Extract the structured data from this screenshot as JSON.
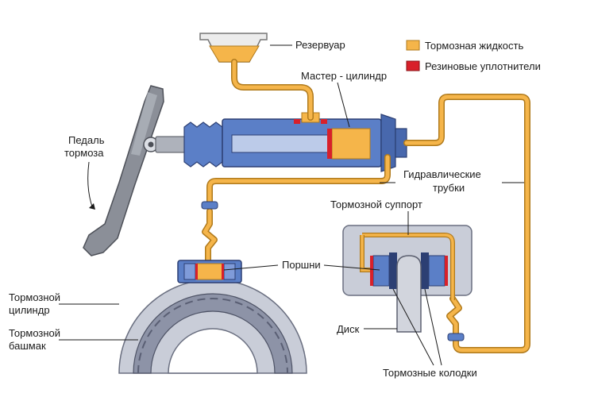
{
  "legend": {
    "items": [
      {
        "label": "Тормозная жидкость",
        "color": "#f5b54a"
      },
      {
        "label": "Резиновые уплотнители",
        "color": "#d8202a"
      }
    ]
  },
  "labels": {
    "reservoir": "Резервуар",
    "master_cylinder": "Мастер - цилиндр",
    "pedal_line1": "Педаль",
    "pedal_line2": "тормоза",
    "hydraulic_line1": "Гидравлические",
    "hydraulic_line2": "трубки",
    "caliper": "Тормозной суппорт",
    "pistons": "Поршни",
    "wheel_cylinder_line1": "Тормозной",
    "wheel_cylinder_line2": "цилиндр",
    "shoe_line1": "Тормозной",
    "shoe_line2": "башмак",
    "disc": "Диск",
    "pads": "Тормозные колодки"
  },
  "colors": {
    "fluid": "#f5b54a",
    "fluid_outline": "#b07a1c",
    "seal": "#d8202a",
    "metal_blue": "#5b7fc7",
    "metal_dark": "#2c3f73",
    "housing": "#c9cdd8",
    "housing_dark": "#8e93a3"
  }
}
